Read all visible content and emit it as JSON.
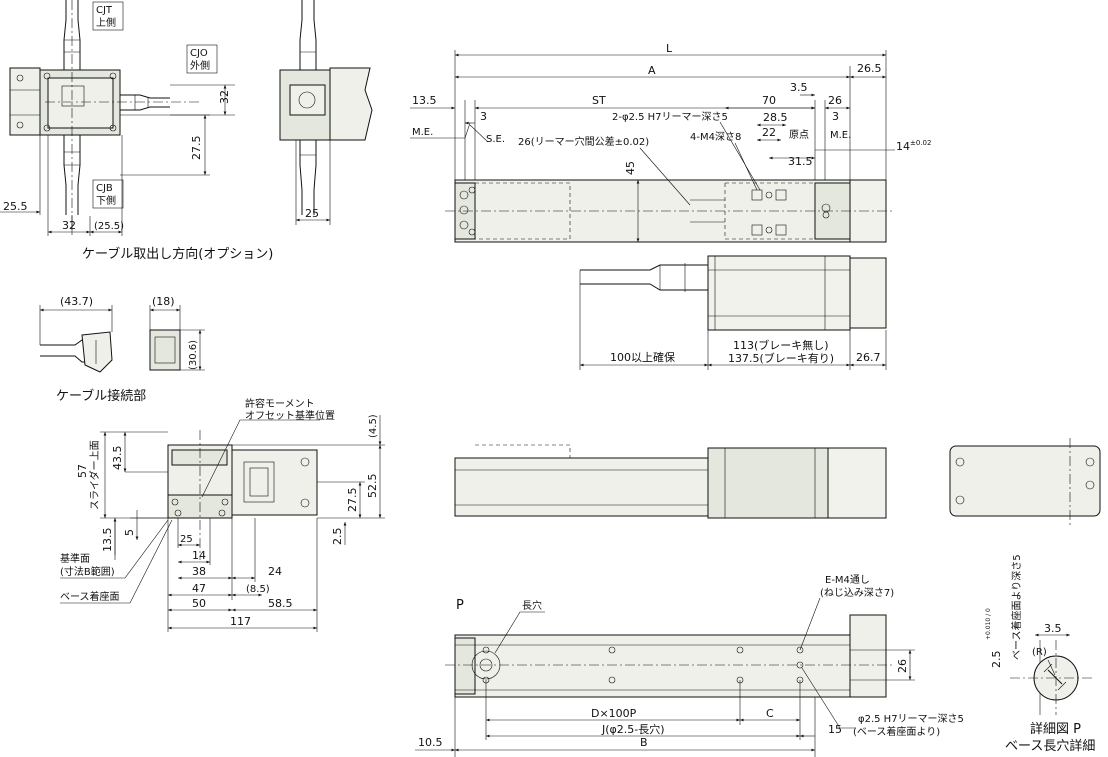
{
  "top_left_view": {
    "label_cjt": "CJT",
    "label_cjt_sub": "上側",
    "label_cjo": "CJO",
    "label_cjo_sub": "外側",
    "label_cjb": "CJB",
    "label_cjb_sub": "下側",
    "dim_25_5": "25.5",
    "dim_32_bottom": "32",
    "dim_25_5_paren": "(25.5)",
    "dim_32_right": "32",
    "dim_27_5": "27.5",
    "dim_25_side": "25",
    "caption": "ケーブル取出し方向(オプション)"
  },
  "connector_view": {
    "dim_43_7": "(43.7)",
    "dim_18": "(18)",
    "dim_30_6": "(30.6)",
    "caption": "ケーブル接続部"
  },
  "top_view": {
    "dim_L": "L",
    "dim_A": "A",
    "dim_26_5": "26.5",
    "dim_13_5": "13.5",
    "dim_ST": "ST",
    "dim_70": "70",
    "dim_3_5": "3.5",
    "dim_26": "26",
    "dim_3_left": "3",
    "dim_3_right": "3",
    "label_me_left": "M.E.",
    "label_se": "S.E.",
    "label_reamer_holes": "2-φ2.5 H7リーマー深さ5",
    "dim_28_5": "28.5",
    "label_origin": "原点",
    "label_me_right": "M.E.",
    "label_reamer_pitch": "26(リーマー穴間公差±0.02)",
    "label_m4": "4-M4深さ8",
    "dim_22": "22",
    "dim_31_5": "31.5",
    "dim_14": "14",
    "dim_14_tol": "±0.02",
    "dim_45": "45",
    "dim_100_min": "100以上確保",
    "dim_113": "113(ブレーキ無し)",
    "dim_137_5": "137.5(ブレーキ有り)",
    "dim_26_7": "26.7"
  },
  "end_view": {
    "label_moment": "許容モーメント",
    "label_offset": "オフセット基準位置",
    "dim_4_5": "(4.5)",
    "dim_57": "57",
    "dim_slider_top": "スライダー上面",
    "dim_43_5": "43.5",
    "dim_52_5": "52.5",
    "dim_27_5": "27.5",
    "dim_5": "5",
    "dim_13_5": "13.5",
    "dim_2_5": "2.5",
    "dim_25": "25",
    "dim_14": "14",
    "dim_38": "38",
    "dim_24": "24",
    "dim_47": "47",
    "dim_8_5": "(8.5)",
    "dim_50": "50",
    "dim_58_5": "58.5",
    "dim_117": "117",
    "label_ref_surface": "基準面",
    "label_ref_surface_sub": "(寸法B範囲)",
    "label_base_mount": "ベース着座面"
  },
  "bottom_view": {
    "label_p": "P",
    "label_slot": "長穴",
    "label_em4": "E-M4通し",
    "label_em4_sub": "(ねじ込み深さ7)",
    "dim_26": "26",
    "dim_dx100p": "D×100P",
    "dim_c": "C",
    "dim_j": "J(φ2.5-長穴)",
    "dim_15": "15",
    "dim_10_5": "10.5",
    "dim_b": "B",
    "label_reamer": "φ2.5 H7リーマー深さ5",
    "label_reamer_sub": "(ベース着座面より)"
  },
  "detail_p": {
    "dim_3_5": "3.5",
    "label_r": "(R)",
    "dim_2_5": "2.5",
    "dim_2_5_tol": "+0.010 / 0",
    "label_depth": "ベース着座面より深さ5",
    "caption": "詳細図 P",
    "caption_sub": "ベース長穴詳細"
  },
  "colors": {
    "body_fill": "#e4e7de",
    "line": "#111111"
  }
}
